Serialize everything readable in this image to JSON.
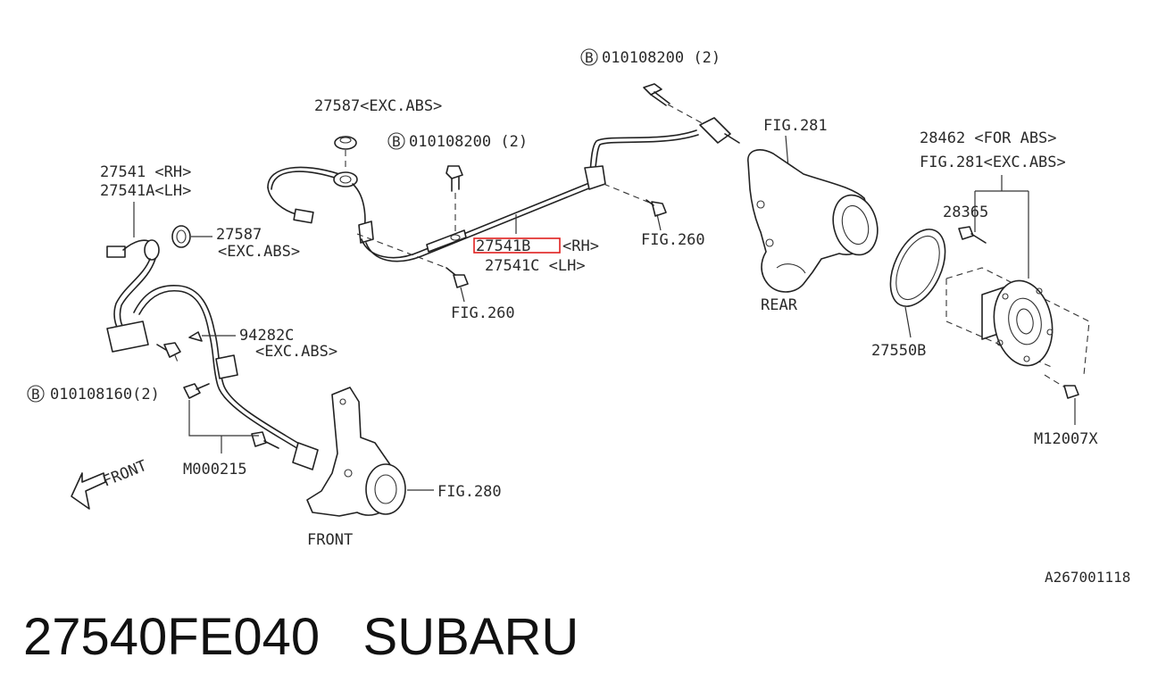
{
  "labels": {
    "bolt_top": "010108200 (2)",
    "bolt_mid": "010108200 (2)",
    "bolt_left": "010108160(2)",
    "b_mark": "B",
    "grommet_top": "27587<EXC.ABS>",
    "grommet_left_1": "27587",
    "grommet_left_2": "<EXC.ABS>",
    "sensor_front_rh": "27541 <RH>",
    "sensor_front_lh": "27541A<LH>",
    "sensor_rear_rh_code": "27541B",
    "sensor_rear_rh_side": "<RH>",
    "sensor_rear_lh": "27541C <LH>",
    "fig260_right": "FIG.260",
    "fig260_left": "FIG.260",
    "fig281_top": "FIG.281",
    "rear_label": "REAR",
    "abs_note_1": "28462 <FOR ABS>",
    "abs_note_2": "FIG.281<EXC.ABS>",
    "hub_bolt": "28365",
    "tone_ring": "27550B",
    "hub_screw": "M12007X",
    "clip": "94282C",
    "clip_note": "<EXC.ABS>",
    "front_bolt": "M000215",
    "fig280": "FIG.280",
    "front_knuckle": "FRONT",
    "front_arrow": "FRONT",
    "drawing_no": "A267001118"
  },
  "footer": {
    "part_number": "27540FE040",
    "brand": "SUBARU"
  },
  "highlight_color": "#e0201e"
}
